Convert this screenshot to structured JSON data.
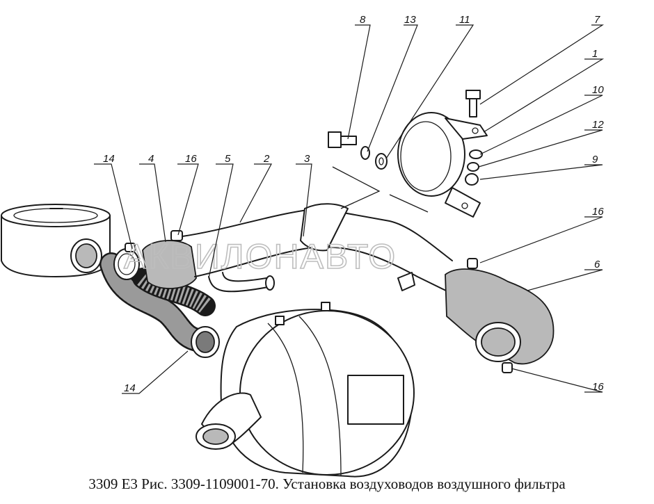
{
  "caption": "3309 Е3 Рис. 3309-1109001-70. Установка воздуховодов воздушного фильтра",
  "watermark": "АКВИЛОНАВТО",
  "callouts": [
    {
      "id": "c8",
      "label": "8"
    },
    {
      "id": "c13",
      "label": "13"
    },
    {
      "id": "c11",
      "label": "11"
    },
    {
      "id": "c7",
      "label": "7"
    },
    {
      "id": "c1",
      "label": "1"
    },
    {
      "id": "c10",
      "label": "10"
    },
    {
      "id": "c12",
      "label": "12"
    },
    {
      "id": "c9",
      "label": "9"
    },
    {
      "id": "c14a",
      "label": "14"
    },
    {
      "id": "c4",
      "label": "4"
    },
    {
      "id": "c16a",
      "label": "16"
    },
    {
      "id": "c5",
      "label": "5"
    },
    {
      "id": "c2",
      "label": "2"
    },
    {
      "id": "c3",
      "label": "3"
    },
    {
      "id": "c16b",
      "label": "16"
    },
    {
      "id": "c6",
      "label": "6"
    },
    {
      "id": "c14b",
      "label": "14"
    },
    {
      "id": "c16c",
      "label": "16"
    }
  ]
}
